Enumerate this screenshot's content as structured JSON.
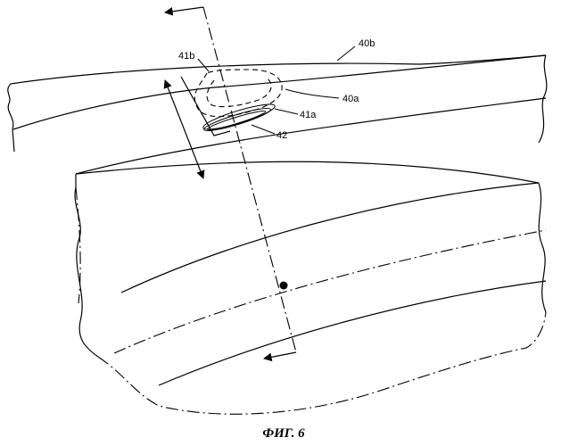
{
  "labels": {
    "l40b": "40b",
    "l41b": "41b",
    "l40a": "40a",
    "l41a": "41a",
    "l42": "42"
  },
  "caption": "ФИГ. 6"
}
